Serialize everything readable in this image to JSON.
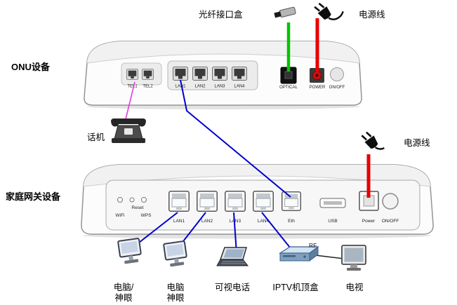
{
  "labels": {
    "onu_device": "ONU设备",
    "gateway_device": "家庭网关设备",
    "fiber_box": "光纤接口盒",
    "power_cable_top": "电源线",
    "power_cable_bottom": "电源线",
    "phone": "话机",
    "rf": "RF"
  },
  "onu_panel": {
    "tel1": "TEL1",
    "tel2": "TEL2",
    "lan1": "LAN1",
    "lan2": "LAN2",
    "lan3": "LAN3",
    "lan4": "LAN4",
    "optical": "OPTICAL",
    "power": "POWER",
    "onoff": "ON/OFF"
  },
  "gateway_panel": {
    "wifi": "WiFi",
    "reset": "Reset",
    "wps": "WPS",
    "lan1": "LAN1",
    "lan2": "LAN2",
    "lan3": "LAN3",
    "lan4": "LAN4",
    "eth": "Eth",
    "usb": "USB",
    "power": "Power",
    "onoff": "ON/OFF"
  },
  "end_devices": {
    "pc1_line1": "电脑/",
    "pc1_line2": "神眼",
    "pc2_line1": "电脑",
    "pc2_line2": "神眼",
    "videophone": "可视电话",
    "iptv_stb": "IPTV机顶盒",
    "tv": "电视"
  },
  "colors": {
    "fiber_line": "#00c400",
    "power_line": "#e80000",
    "lan_line": "#0000cf",
    "phone_line": "#e23ae2"
  }
}
